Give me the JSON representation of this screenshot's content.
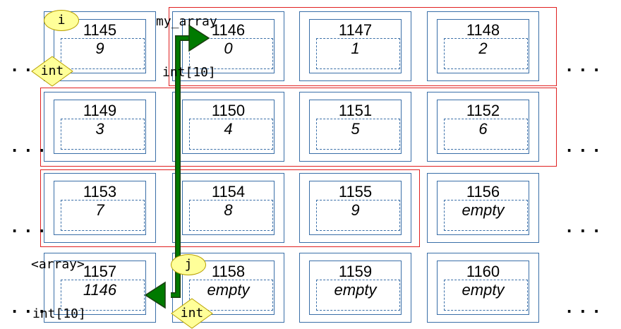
{
  "cells": [
    {
      "address": "1145",
      "value": "9"
    },
    {
      "address": "1146",
      "value": "0"
    },
    {
      "address": "1147",
      "value": "1"
    },
    {
      "address": "1148",
      "value": "2"
    },
    {
      "address": "1149",
      "value": "3"
    },
    {
      "address": "1150",
      "value": "4"
    },
    {
      "address": "1151",
      "value": "5"
    },
    {
      "address": "1152",
      "value": "6"
    },
    {
      "address": "1153",
      "value": "7"
    },
    {
      "address": "1154",
      "value": "8"
    },
    {
      "address": "1155",
      "value": "9"
    },
    {
      "address": "1156",
      "value": "empty"
    },
    {
      "address": "1157",
      "value": "1146"
    },
    {
      "address": "1158",
      "value": "empty"
    },
    {
      "address": "1159",
      "value": "empty"
    },
    {
      "address": "1160",
      "value": "empty"
    }
  ],
  "ellipsis": "...",
  "variables": {
    "i": {
      "name": "i",
      "type": "int"
    },
    "my_array": {
      "name": "my_array",
      "type": "int[10]"
    },
    "j": {
      "name": "j",
      "type": "int"
    },
    "array_param": {
      "name": "<array>",
      "type": "int[10]"
    }
  },
  "colors": {
    "cell_border": "#3a6fa8",
    "group_border": "#e02020",
    "label_fill": "#ffff99",
    "arrow": "#006400"
  }
}
